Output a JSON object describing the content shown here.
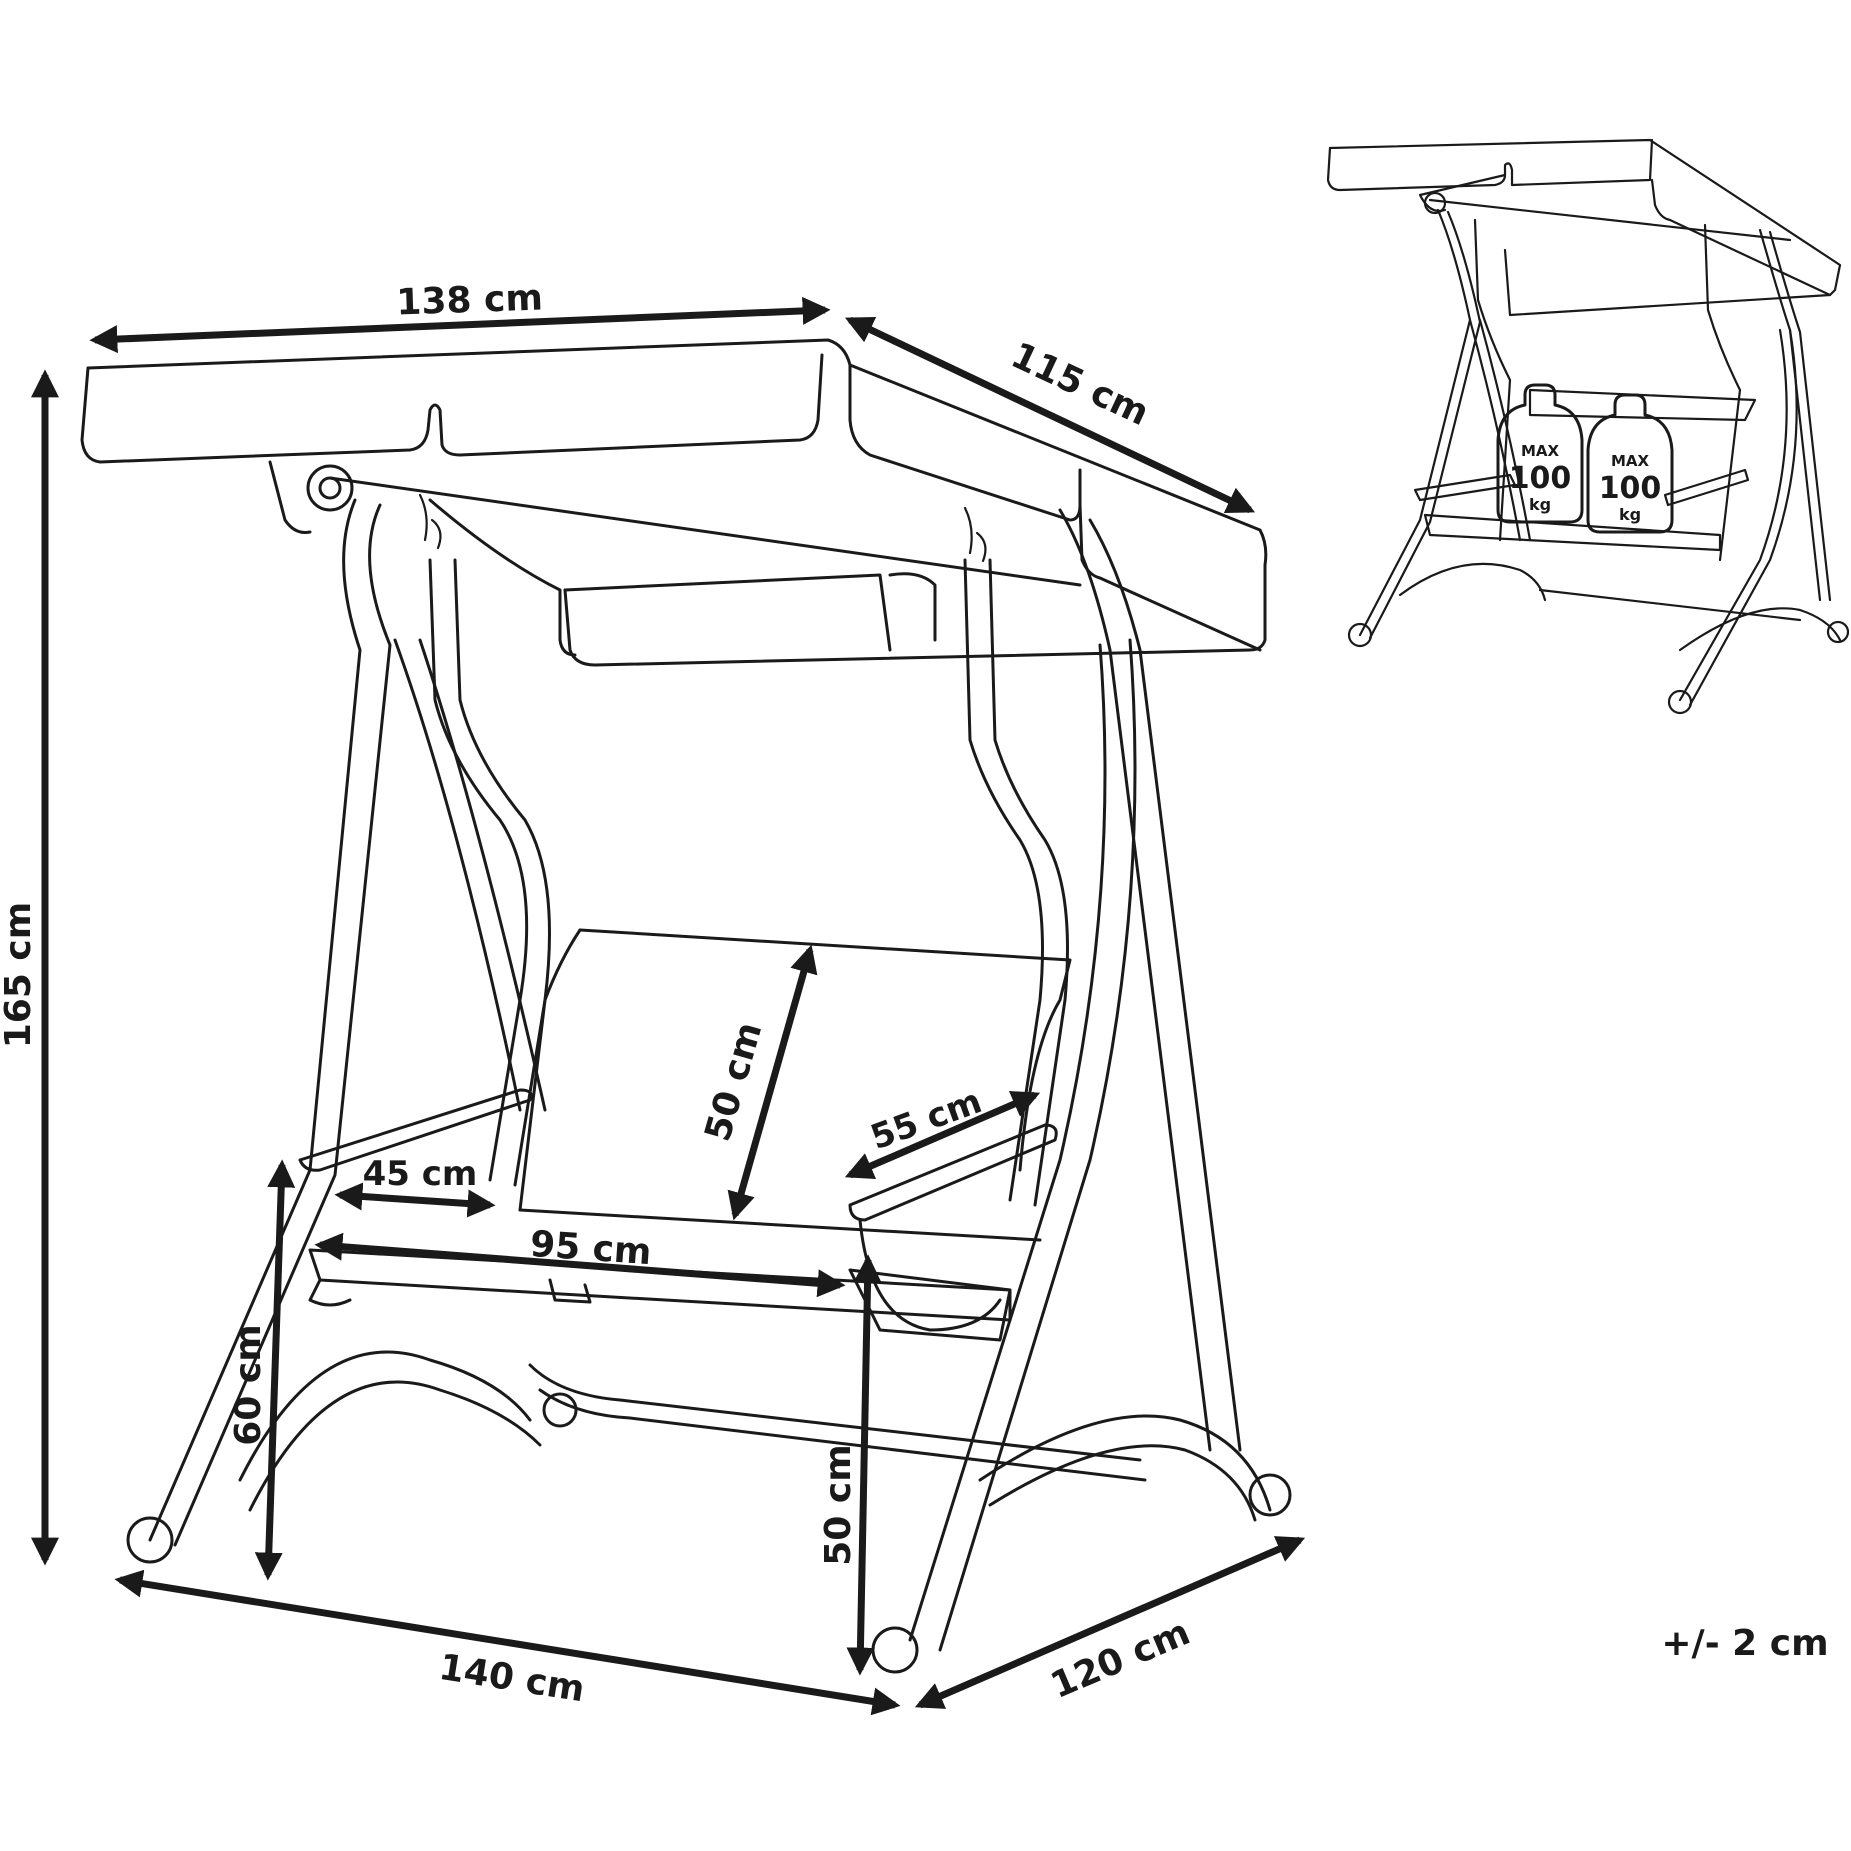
{
  "dimensions": {
    "canopy_width": "138 cm",
    "canopy_depth": "115 cm",
    "total_height": "165 cm",
    "backrest_height": "50 cm",
    "armrest_depth": "55 cm",
    "seat_depth": "45 cm",
    "seat_width": "95 cm",
    "armrest_height": "60 cm",
    "seat_height": "50 cm",
    "base_width": "140 cm",
    "base_depth": "120 cm"
  },
  "tolerance": "+/- 2 cm",
  "load_badges": [
    {
      "max": "MAX",
      "value": "100",
      "unit": "kg"
    },
    {
      "max": "MAX",
      "value": "100",
      "unit": "kg"
    }
  ],
  "colors": {
    "ink": "#1a1a1a",
    "background": "#ffffff"
  }
}
